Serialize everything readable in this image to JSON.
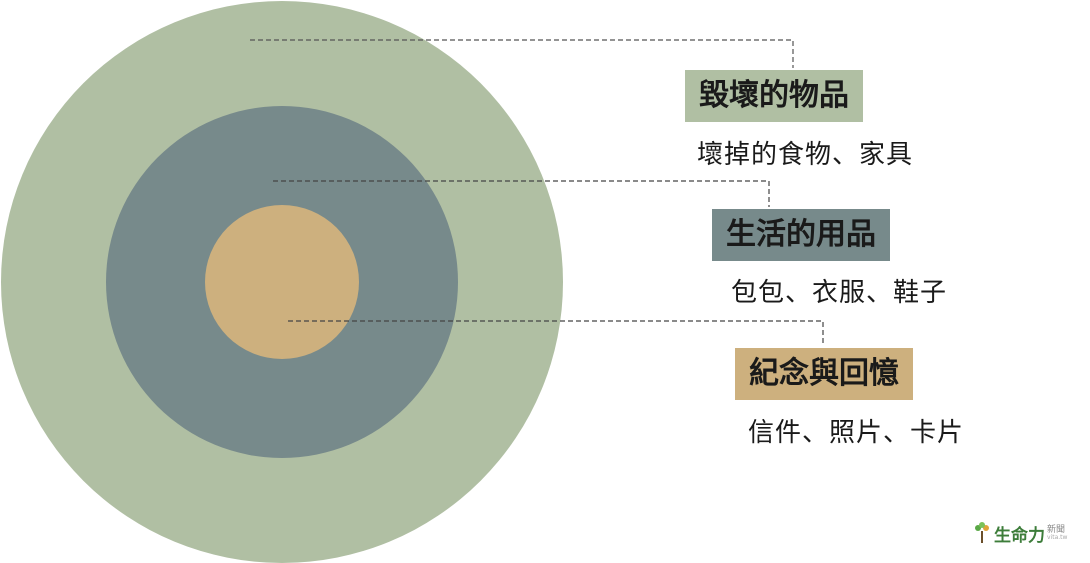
{
  "layers": [
    {
      "key": "outer",
      "title": "毀壞的物品",
      "items": "壞掉的食物、家具",
      "color": "#b0bfa3"
    },
    {
      "key": "mid",
      "title": "生活的用品",
      "items": "包包、衣服、鞋子",
      "color": "#778a8b"
    },
    {
      "key": "inner",
      "title": "紀念與回憶",
      "items": "信件、照片、卡片",
      "color": "#cdb07e"
    }
  ],
  "logo": {
    "name": "生命力",
    "small_cn": "新聞",
    "small_en": "vita.tw"
  }
}
